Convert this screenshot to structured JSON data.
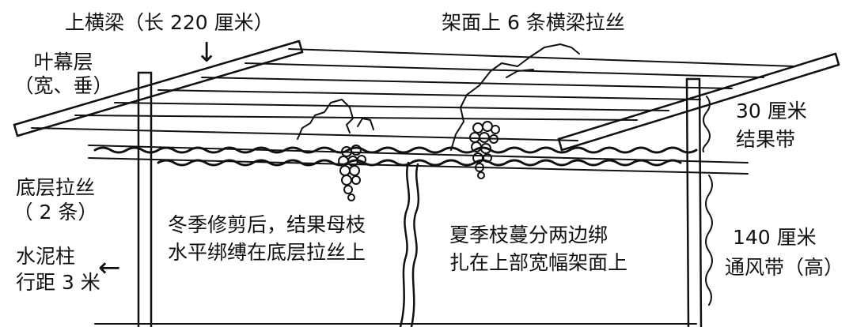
{
  "labels": {
    "top_beam": "上横梁（长 220 厘米）",
    "canopy_line1": "叶幕层",
    "canopy_line2": "（宽、垂）",
    "top_wires": "架面上 6 条横梁拉丝",
    "fruit_zone_line1": "30 厘米",
    "fruit_zone_line2": "结果带",
    "bottom_wire_line1": "底层拉丝",
    "bottom_wire_line2": "（ 2 条）",
    "post_line1": "水泥柱",
    "post_line2": "行距 3 米",
    "winter_line1": "冬季修剪后，结果母枝",
    "winter_line2": "水平绑缚在底层拉丝上",
    "summer_line1": "夏季枝蔓分两边绑",
    "summer_line2": "扎在上部宽幅架面上",
    "vent_line1": "140 厘米",
    "vent_line2": "通风带（高）"
  },
  "icons": {
    "down_arrow": "down-arrow-icon",
    "left_arrow": "left-arrow-icon"
  }
}
